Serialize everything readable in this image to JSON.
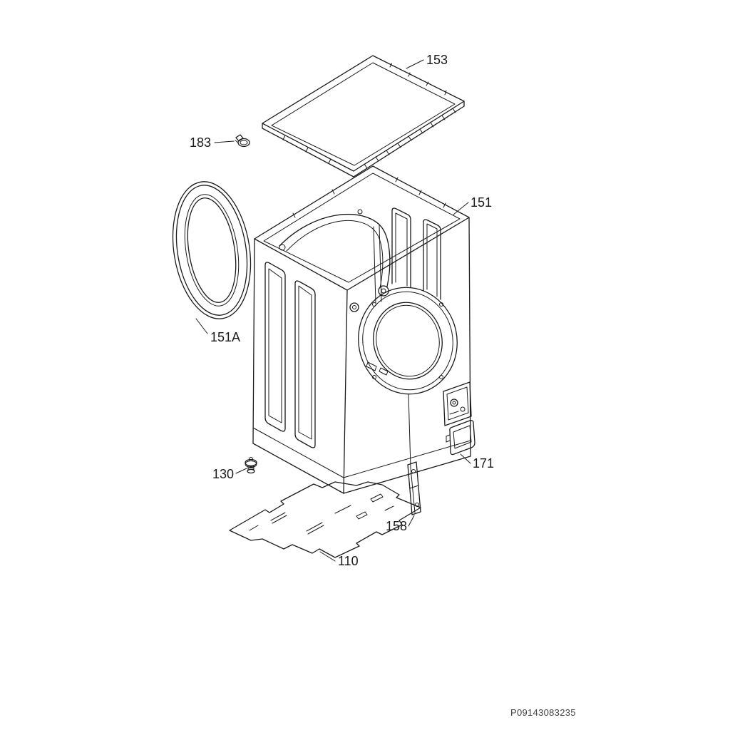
{
  "colors": {
    "background": "#ffffff",
    "ink": "#1a1a1a",
    "footer_text": "#444444"
  },
  "callouts": [
    {
      "ref": "153"
    },
    {
      "ref": "183"
    },
    {
      "ref": "151"
    },
    {
      "ref": "151A"
    },
    {
      "ref": "171"
    },
    {
      "ref": "130"
    },
    {
      "ref": "158"
    },
    {
      "ref": "110"
    }
  ],
  "footer": {
    "part_code": "P09143083235"
  }
}
